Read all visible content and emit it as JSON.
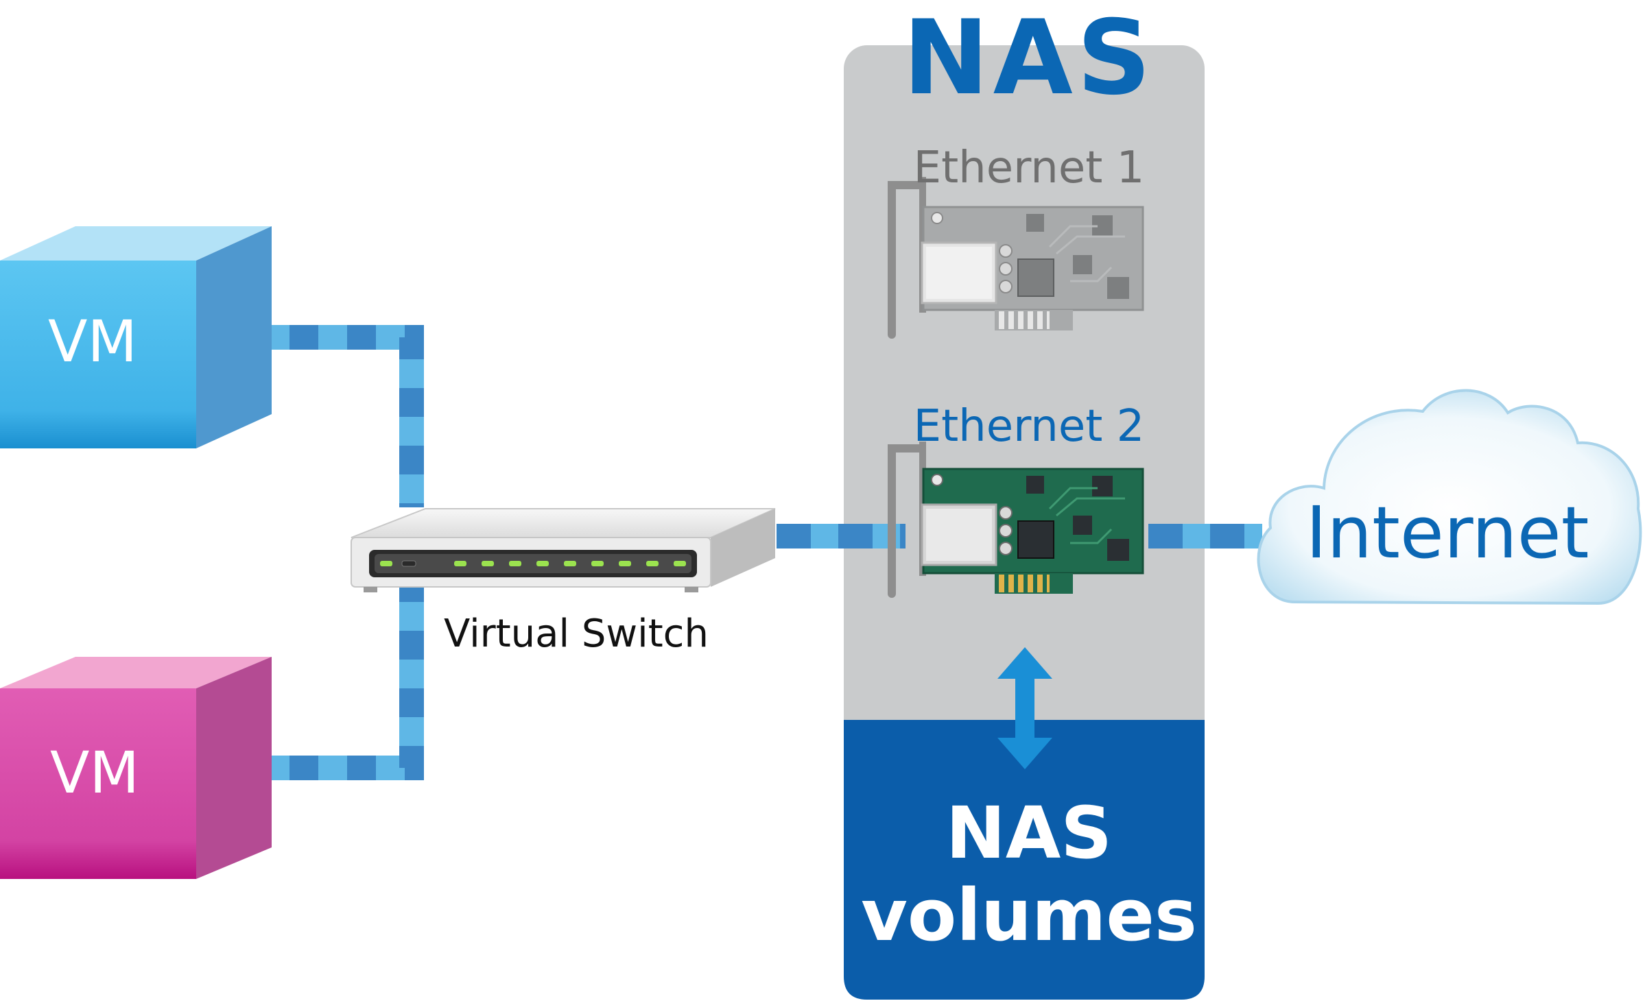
{
  "nas": {
    "title": "NAS",
    "ethernet1": "Ethernet 1",
    "ethernet2": "Ethernet 2",
    "volumes_line1": "NAS",
    "volumes_line2": "volumes"
  },
  "vms": [
    {
      "label": "VM",
      "color": "#4ab8ea"
    },
    {
      "label": "VM",
      "color": "#d447a6"
    }
  ],
  "switch": {
    "label": "Virtual Switch"
  },
  "internet": {
    "label": "Internet"
  },
  "colors": {
    "brand_blue": "#0b67b4",
    "nas_panel": "#c9cbcc",
    "volumes_block": "#0b5daa",
    "cable_light": "#5fb7e6",
    "cable_dark": "#3b86c6",
    "arrow": "#1a8fd6",
    "eth1_text": "#6f6f6f",
    "pcb_gray": "#a8aaab",
    "pcb_green": "#1f6b4e"
  }
}
